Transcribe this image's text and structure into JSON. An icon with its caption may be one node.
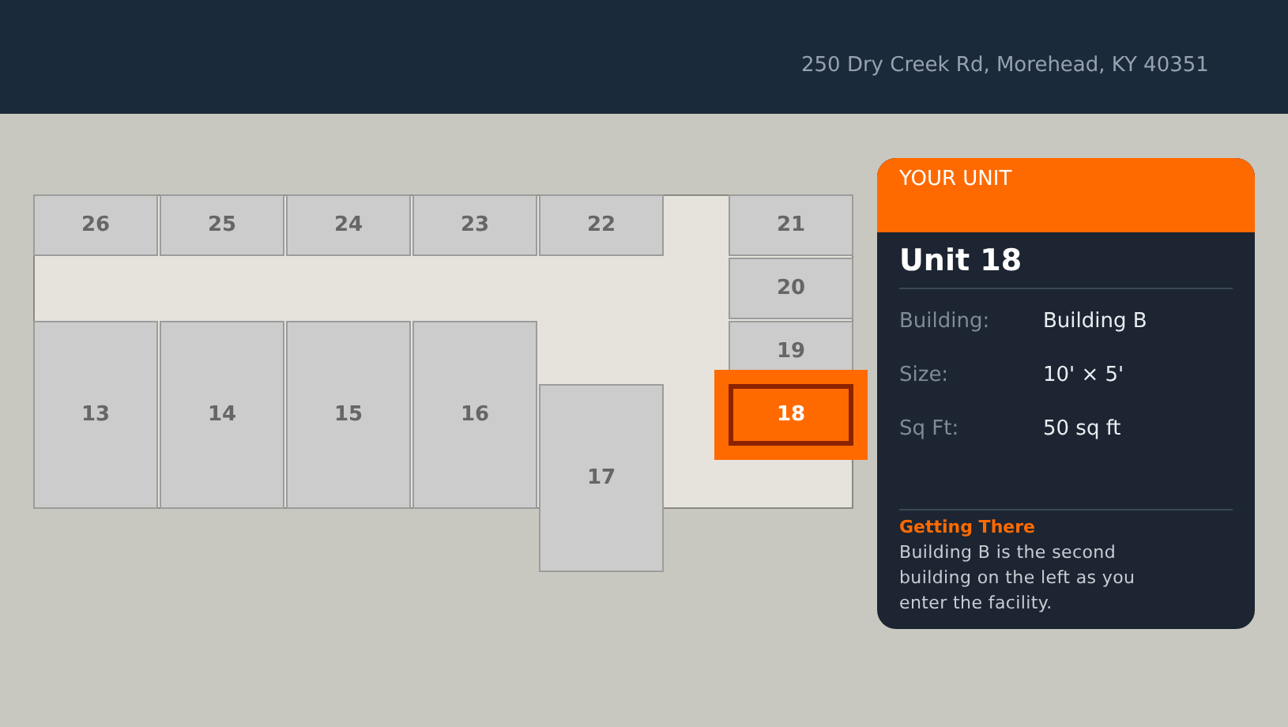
{
  "diagram": {
    "nodes": [
      {
        "text": [
          "250 Dry Creek Rd, Morehead, KY 40351"
        ]
      },
      {
        "text": [
          "26"
        ]
      },
      {
        "text": [
          "25"
        ]
      },
      {
        "text": [
          "24"
        ]
      },
      {
        "text": [
          "23"
        ]
      },
      {
        "text": [
          "22"
        ]
      },
      {
        "text": [
          "21"
        ]
      },
      {
        "text": [
          "20"
        ]
      },
      {
        "text": [
          "13"
        ]
      },
      {
        "text": [
          "14"
        ]
      },
      {
        "text": [
          "15"
        ]
      },
      {
        "text": [
          "16"
        ]
      },
      {
        "text": [
          "19"
        ]
      },
      {
        "text": [
          "17"
        ]
      },
      {
        "text": [
          "18"
        ]
      },
      {
        "text": [
          "YOUR UNIT",
          "Unit 18",
          "Building:",
          "Building B",
          "Size:",
          "10' × 5'",
          "Sq Ft:",
          "50 sq ft",
          "Getting There",
          "Building B is the second building on the left as you enter the facility."
        ]
      }
    ]
  }
}
